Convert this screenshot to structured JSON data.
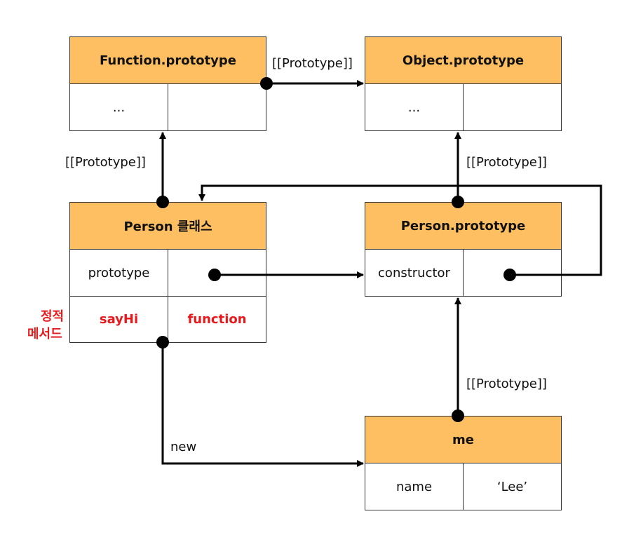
{
  "function_prototype": {
    "title": "Function.prototype",
    "cells": [
      "...",
      ""
    ]
  },
  "object_prototype": {
    "title": "Object.prototype",
    "cells": [
      "...",
      ""
    ]
  },
  "person_class": {
    "title": "Person 클래스",
    "row1": [
      "prototype",
      ""
    ],
    "row2": [
      "sayHi",
      "function"
    ]
  },
  "person_prototype": {
    "title": "Person.prototype",
    "row1": [
      "constructor",
      ""
    ]
  },
  "me": {
    "title": "me",
    "row1": [
      "name",
      "‘Lee’"
    ]
  },
  "labels": {
    "proto_top": "[[Prototype]]",
    "proto_left": "[[Prototype]]",
    "proto_right": "[[Prototype]]",
    "proto_me": "[[Prototype]]",
    "new": "new",
    "static_1": "정적",
    "static_2": "메서드"
  },
  "colors": {
    "header_fill": "#fdbf62",
    "static_text": "#e8191c",
    "line": "#000000"
  }
}
